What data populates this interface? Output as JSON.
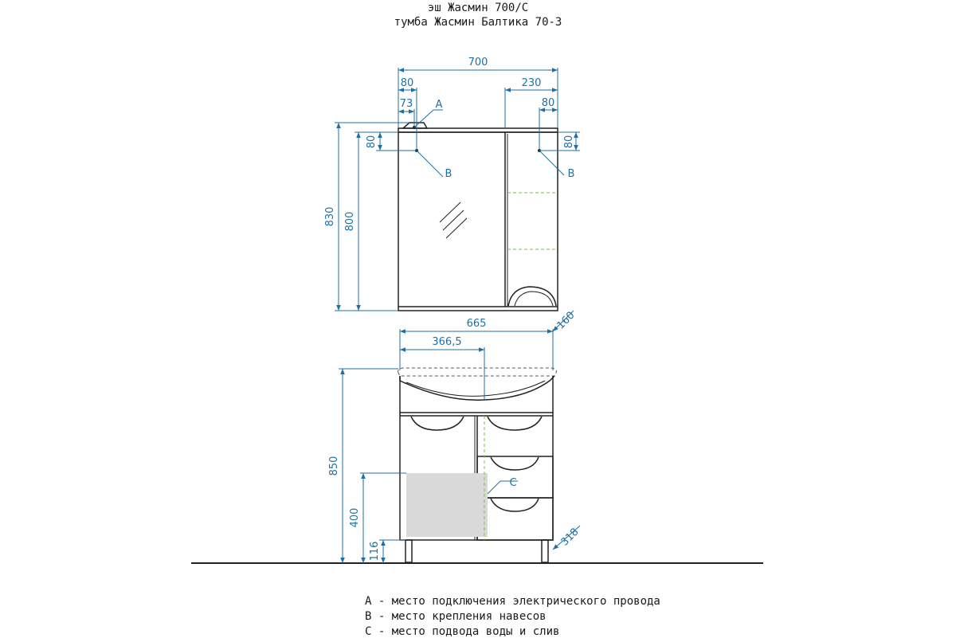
{
  "header": {
    "line1": "эш Жасмин 700/С",
    "line2": "тумба Жасмин Балтика 70-3"
  },
  "dimensions": {
    "cab_width": "700",
    "cab_left_80": "80",
    "cab_right_230": "230",
    "cab_left_73": "73",
    "cab_right_80": "80",
    "cab_left_v80": "80",
    "cab_right_v80": "80",
    "cab_total_h": "830",
    "cab_body_h": "800",
    "base_width": "665",
    "base_366": "366,5",
    "base_depth_top": "160",
    "base_total_h": "850",
    "base_400": "400",
    "base_116": "116",
    "base_depth_bottom": "318"
  },
  "markers": {
    "A": "A",
    "B_left": "B",
    "B_right": "B",
    "C": "C"
  },
  "legend": [
    "A - место подключения электрического провода",
    "B - место крепления навесов",
    "C - место подвода воды и слив"
  ],
  "colors": {
    "dimension": "#1f6fa6",
    "outline": "#222222",
    "pipe_zone": "#d9d9d9",
    "guide": "#7fbf3f"
  }
}
